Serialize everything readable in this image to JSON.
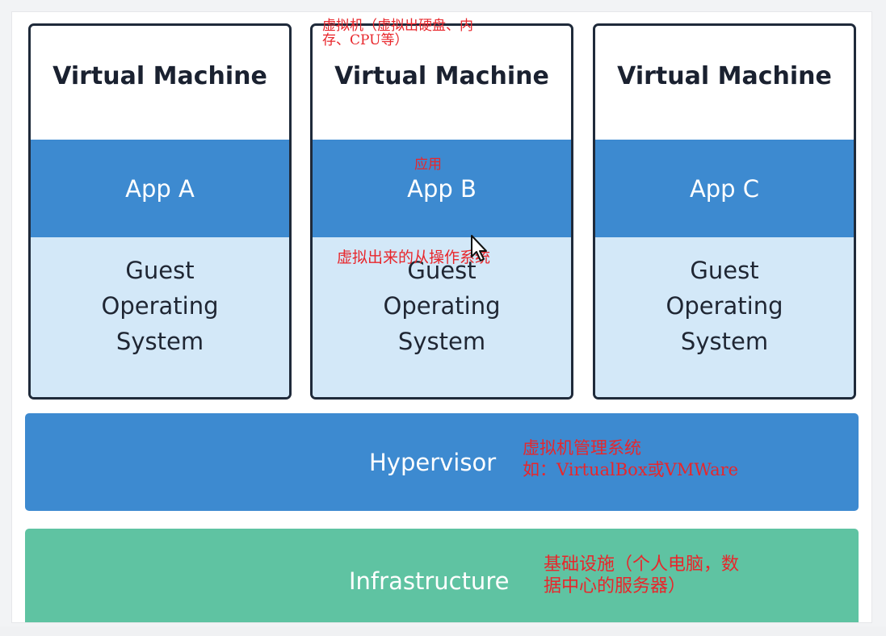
{
  "virtual_machines": [
    {
      "title": "Virtual Machine",
      "app": "App A",
      "guest_os": "Guest\nOperating\nSystem"
    },
    {
      "title": "Virtual Machine",
      "app": "App B",
      "guest_os": "Guest\nOperating\nSystem"
    },
    {
      "title": "Virtual Machine",
      "app": "App C",
      "guest_os": "Guest\nOperating\nSystem"
    }
  ],
  "hypervisor": {
    "label": "Hypervisor"
  },
  "infrastructure": {
    "label": "Infrastructure"
  },
  "annotations": {
    "vm_note": "虚拟机（虚拟出硬盘、内\n存、CPU等）",
    "app_note": "应用",
    "guest_os_note": "虚拟出来的从操作系统",
    "hypervisor_note": "虚拟机管理系统\n如：VirtualBox或VMWare",
    "infrastructure_note": "基础设施（个人电脑，数\n据中心的服务器）"
  },
  "colors": {
    "app_blue": "#3d8ad0",
    "guest_light_blue": "#d3e8f8",
    "infrastructure_green": "#5fc3a2",
    "annotation_red": "#e8262b",
    "border_dark": "#1f2a3a"
  },
  "icons": {
    "cursor": "mouse-pointer-icon"
  }
}
